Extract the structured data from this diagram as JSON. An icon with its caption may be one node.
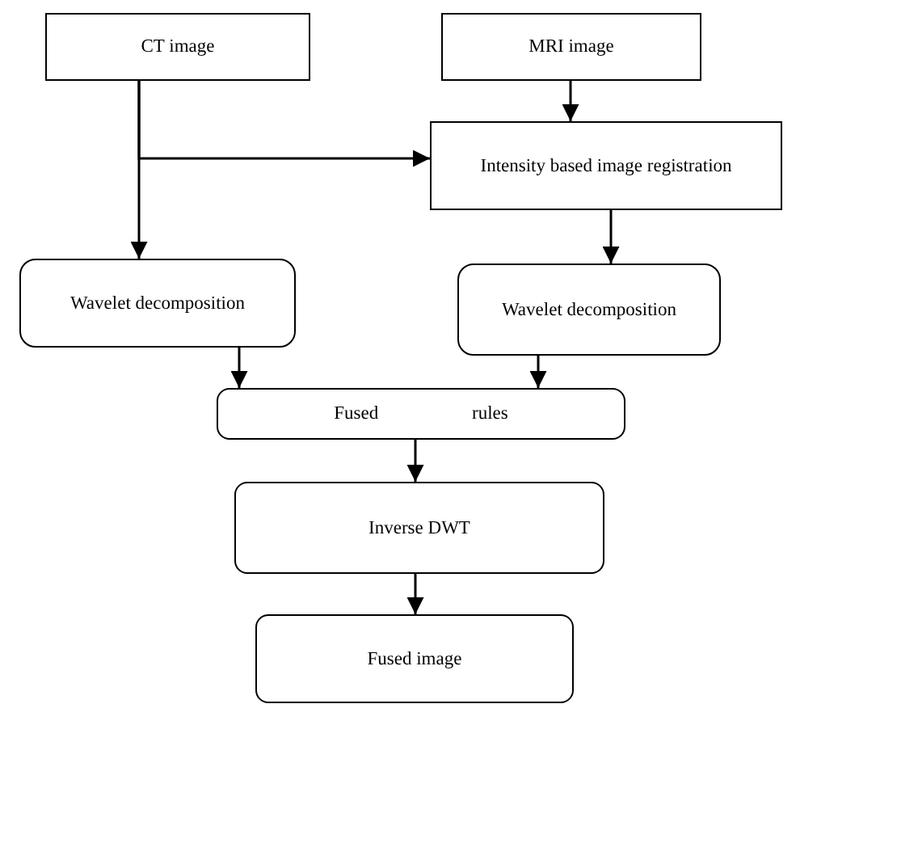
{
  "diagram": {
    "nodes": [
      {
        "text": [
          "CT image"
        ]
      },
      {
        "text": [
          "MRI image"
        ]
      },
      {
        "text": [
          "Intensity based image registration"
        ]
      },
      {
        "text": [
          "Wavelet decomposition"
        ]
      },
      {
        "text": [
          "Wavelet decomposition"
        ]
      },
      {
        "text": [
          "Fused rules"
        ]
      },
      {
        "text": [
          "Inverse DWT"
        ]
      },
      {
        "text": [
          "Fused image"
        ]
      }
    ],
    "edges": [
      {
        "from": 0,
        "to": 3,
        "arrow": "to"
      },
      {
        "from": 0,
        "to": 2,
        "arrow": "to"
      },
      {
        "from": 1,
        "to": 2,
        "arrow": "to"
      },
      {
        "from": 2,
        "to": 4,
        "arrow": "to"
      },
      {
        "from": 3,
        "to": 5,
        "arrow": "to"
      },
      {
        "from": 4,
        "to": 5,
        "arrow": "to"
      },
      {
        "from": 5,
        "to": 6,
        "arrow": "to"
      },
      {
        "from": 6,
        "to": 7,
        "arrow": "to"
      }
    ]
  }
}
